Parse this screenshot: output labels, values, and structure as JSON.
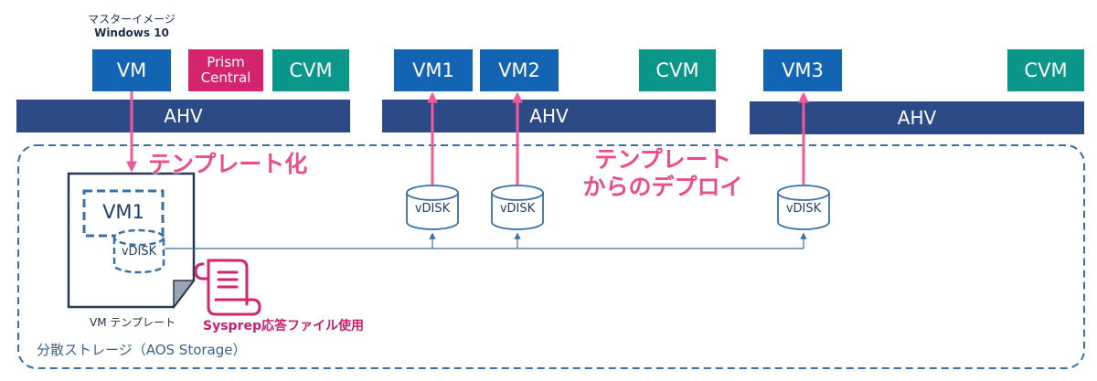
{
  "master_image": {
    "line1": "マスターイメージ",
    "line2": "Windows 10"
  },
  "host1": {
    "vm": "VM",
    "prism_line1": "Prism",
    "prism_line2": "Central",
    "cvm": "CVM",
    "ahv": "AHV"
  },
  "host2": {
    "vm1": "VM1",
    "vm2": "VM2",
    "cvm": "CVM",
    "ahv": "AHV"
  },
  "host3": {
    "vm3": "VM3",
    "cvm": "CVM",
    "ahv": "AHV"
  },
  "template_label": "テンプレート化",
  "deploy_label": {
    "line1": "テンプレート",
    "line2": "からのデプロイ"
  },
  "template_card": {
    "vm": "VM1",
    "disk": "vDISK",
    "caption": "VM テンプレート"
  },
  "vdisks": [
    "vDISK",
    "vDISK",
    "vDISK"
  ],
  "sysprep_label": "Sysprep応答ファイル使用",
  "storage_label": "分散ストレージ（AOS Storage）",
  "colors": {
    "vm_blue": "#1464b4",
    "cvm_teal": "#0a9688",
    "prism_pink": "#d4246e",
    "ahv_navy": "#2c4a86",
    "arrow_pink": "#ef5a96",
    "storage_outline": "#3a6fa8"
  }
}
